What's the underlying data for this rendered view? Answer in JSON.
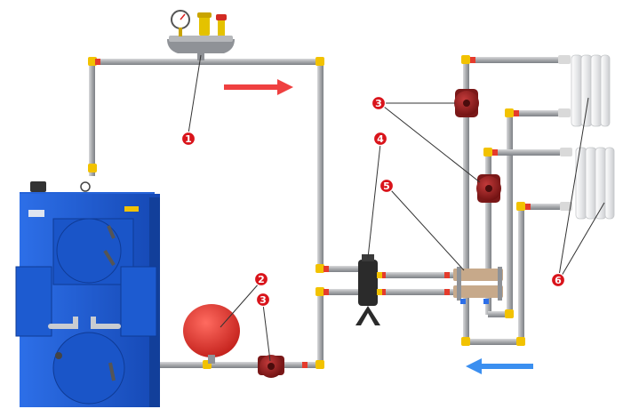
{
  "colors": {
    "pipe": "#a7a9ac",
    "pipe_edge": "#7d8085",
    "fitting": "#f2c200",
    "fitting_red": "#e53b2c",
    "boiler": "#1f5fd6",
    "boiler_dark": "#123f9a",
    "pump": "#8b1a1a",
    "tank": "#e0312d",
    "badge": "#d9141b",
    "flow_supply": "#ef4040",
    "flow_return": "#3b8ff0"
  },
  "icons": {
    "flow_supply": "arrow-right-icon",
    "flow_return": "arrow-left-icon",
    "gauge": "pressure-gauge-icon",
    "pump": "circulation-pump-icon"
  },
  "callouts": [
    {
      "id": "1",
      "label": "1",
      "target": "safety-group"
    },
    {
      "id": "2",
      "label": "2",
      "target": "expansion-tank"
    },
    {
      "id": "3a",
      "label": "3",
      "target": "boiler-pump"
    },
    {
      "id": "3b",
      "label": "3",
      "target": "radiator-pumps"
    },
    {
      "id": "4",
      "label": "4",
      "target": "hydraulic-separator"
    },
    {
      "id": "5",
      "label": "5",
      "target": "distribution-manifold"
    },
    {
      "id": "6",
      "label": "6",
      "target": "radiators"
    }
  ]
}
